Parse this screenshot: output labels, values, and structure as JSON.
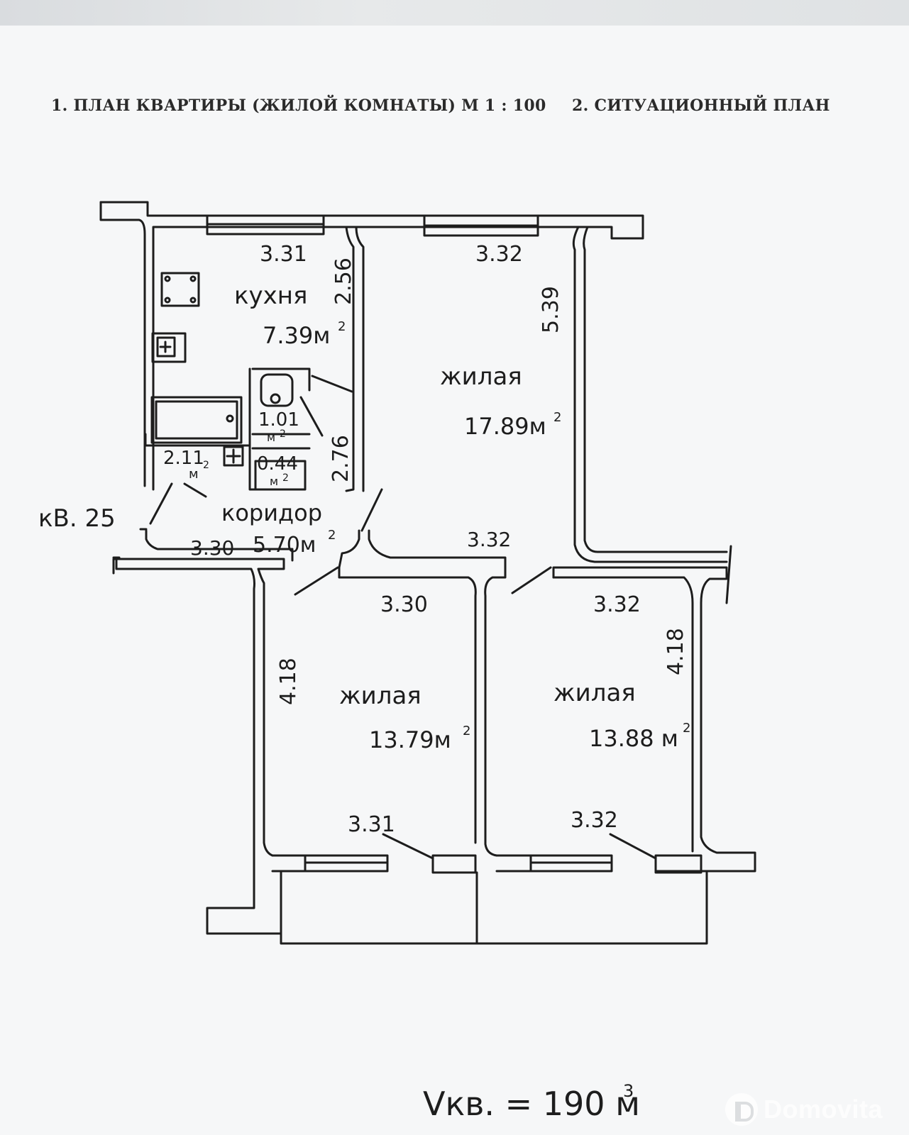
{
  "header": {
    "title_left": "1. ПЛАН КВАРТИРЫ (ЖИЛОЙ КОМНАТЫ) М 1 : 100",
    "title_right": "2. СИТУАЦИОННЫЙ ПЛАН"
  },
  "neighbor_label": "кВ. 25",
  "rooms": {
    "kitchen": {
      "name": "кухня",
      "area": "7.39м",
      "width": "3.31",
      "depth": "2.56"
    },
    "living_top": {
      "name": "жилая",
      "area": "17.89м",
      "width": "3.32",
      "depth": "5.39"
    },
    "bath": {
      "area": "2.11",
      "unit": "м"
    },
    "toilet": {
      "area": "1.01",
      "unit": "м"
    },
    "closet": {
      "area": "0.44",
      "unit": "м"
    },
    "corridor": {
      "name": "коридор",
      "area": "5.70м",
      "width": "3.30",
      "depth": "2.76"
    },
    "living_mid": {
      "name": "жилая",
      "area": "13.79м",
      "width_top": "3.30",
      "width_bottom": "3.31",
      "depth": "4.18"
    },
    "living_right": {
      "name": "жилая",
      "area": "13.88 м",
      "width_top": "3.32",
      "width_bottom": "3.32",
      "depth": "4.18"
    },
    "hall_label": "3.32"
  },
  "squared": "2",
  "volume": {
    "label": "Vкв. = 190 м",
    "power": "3"
  },
  "watermark": "Domovita",
  "colors": {
    "ink": "#1d1d1d",
    "paper": "#f6f7f8",
    "print": "#2b2b2b"
  }
}
